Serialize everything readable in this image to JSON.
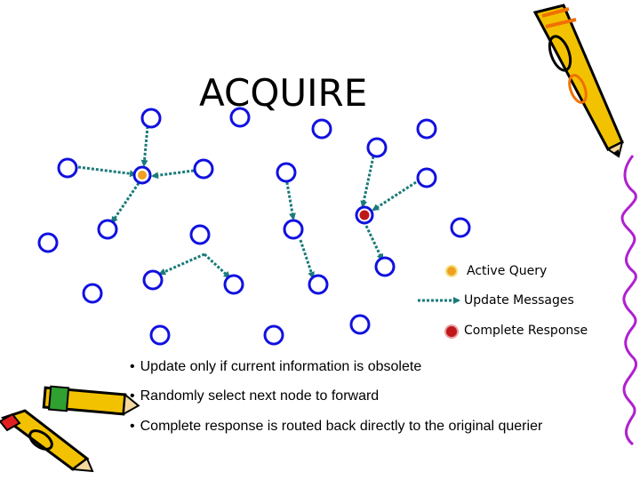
{
  "slide": {
    "title": "ACQUIRE",
    "legend": {
      "active_query": "Active Query",
      "update_messages": "Update Messages",
      "complete_response": "Complete Response"
    },
    "bullets": [
      "Update only if current information is obsolete",
      "Randomly select next node to forward",
      "Complete response is routed back directly to the original querier"
    ]
  },
  "colors": {
    "node_stroke": "#1010e0",
    "arrow": "#1a7a7a",
    "active_fill": "#f0a020",
    "response_fill": "#c01818",
    "pencil_body": "#f2c200",
    "pencil_outline": "#000000"
  },
  "icons": [
    "pencil-icon-top-right",
    "pencils-icon-bottom-left",
    "curly-line-right"
  ]
}
